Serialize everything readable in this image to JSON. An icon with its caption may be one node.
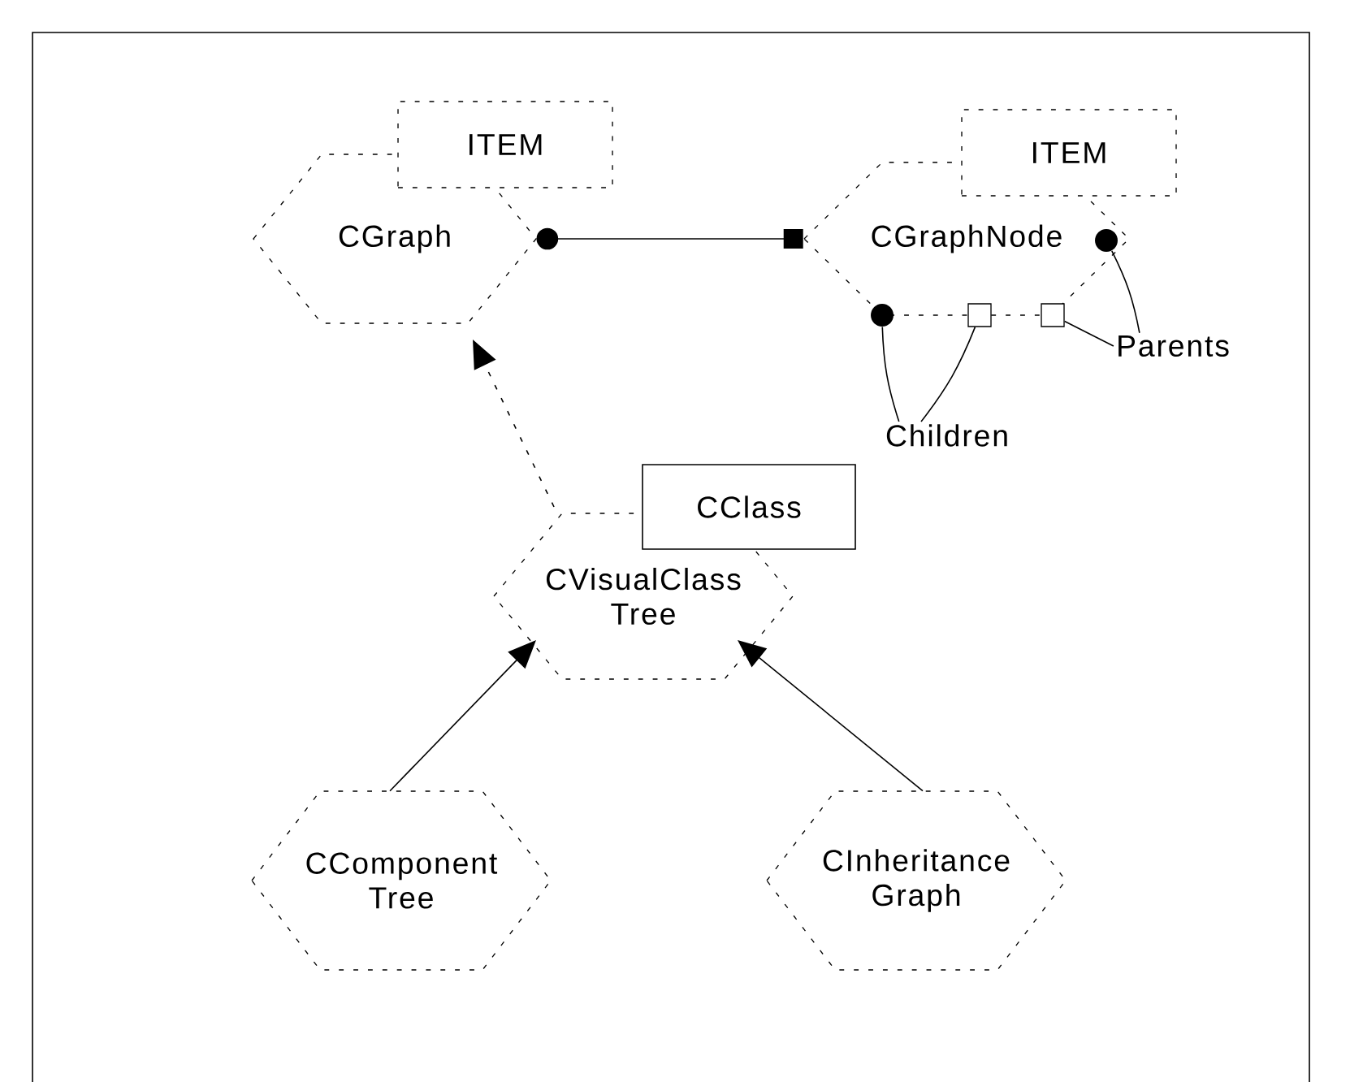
{
  "diagram": {
    "nodes": [
      {
        "text": [
          "ITEM"
        ]
      },
      {
        "text": [
          "CGraph"
        ]
      },
      {
        "text": [
          "ITEM"
        ]
      },
      {
        "text": [
          "CGraphNode"
        ]
      },
      {
        "text": [
          "CClass"
        ]
      },
      {
        "text": [
          "CVisualClass Tree"
        ]
      },
      {
        "text": [
          "CComponent Tree"
        ]
      },
      {
        "text": [
          "CInheritance Graph"
        ]
      },
      {
        "text": [
          "Children"
        ]
      },
      {
        "text": [
          "Parents"
        ]
      },
      {
        "text": [],
        "shape": "circle",
        "in": 3
      },
      {
        "text": [],
        "shape": "box",
        "in": 3
      },
      {
        "text": [],
        "shape": "box",
        "in": 3
      },
      {
        "text": [],
        "shape": "circle",
        "in": 3
      }
    ],
    "edges": [
      {
        "from": 1,
        "to": 3,
        "arrow": "other"
      },
      {
        "from": 5,
        "to": 1,
        "arrow": "to",
        "style": "dashed"
      },
      {
        "from": 6,
        "to": 5,
        "arrow": "to"
      },
      {
        "from": 7,
        "to": 5,
        "arrow": "to"
      },
      {
        "from": 8,
        "to": 10,
        "arrow": "none"
      },
      {
        "from": 8,
        "to": 11,
        "arrow": "none"
      },
      {
        "from": 9,
        "to": 12,
        "arrow": "none"
      },
      {
        "from": 9,
        "to": 13,
        "arrow": "none"
      }
    ]
  }
}
